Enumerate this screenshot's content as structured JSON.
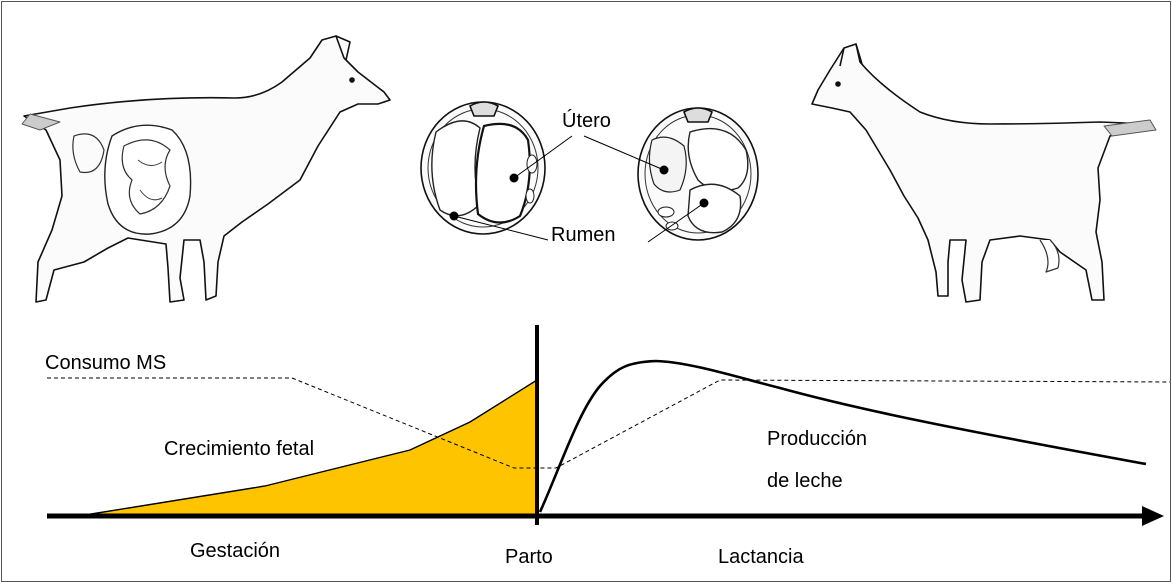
{
  "illustrations": {
    "pregnant_goat": "goat-pregnant-icon",
    "lactating_goat": "goat-lactating-icon",
    "cross_section_gestation": "abdomen-cross-section-gestation-icon",
    "cross_section_lactation": "abdomen-cross-section-lactation-icon"
  },
  "labels": {
    "utero": "Útero",
    "rumen": "Rumen",
    "consumo_ms": "Consumo MS",
    "crecimiento_fetal": "Crecimiento fetal",
    "produccion_line1": "Producción",
    "produccion_line2": "de leche",
    "gestacion": "Gestación",
    "parto": "Parto",
    "lactancia": "Lactancia"
  },
  "colors": {
    "fetal_fill": "#FFC400",
    "ink": "#000000",
    "frame": "#555555"
  }
}
